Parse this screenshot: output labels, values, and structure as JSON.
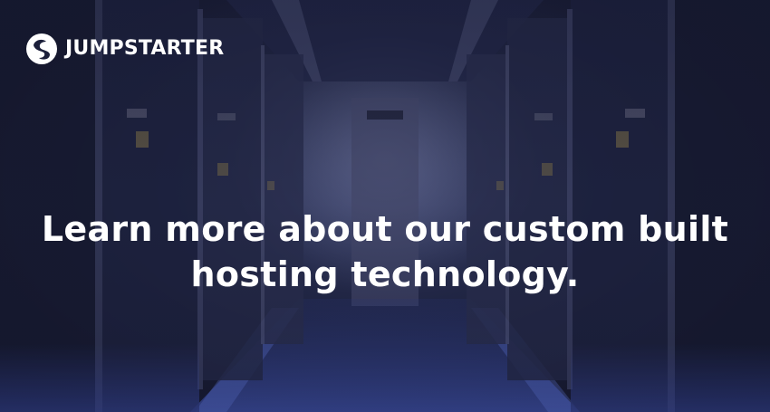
{
  "brand": {
    "name": "JUMPSTARTER",
    "logo_icon": "jumpstarter-swirl-icon"
  },
  "headline": {
    "line1": "Learn more about our custom built",
    "line2": "hosting technology."
  },
  "colors": {
    "background": "#1b1f3a",
    "text": "#ffffff",
    "floor_glow": "#5a78ff"
  }
}
